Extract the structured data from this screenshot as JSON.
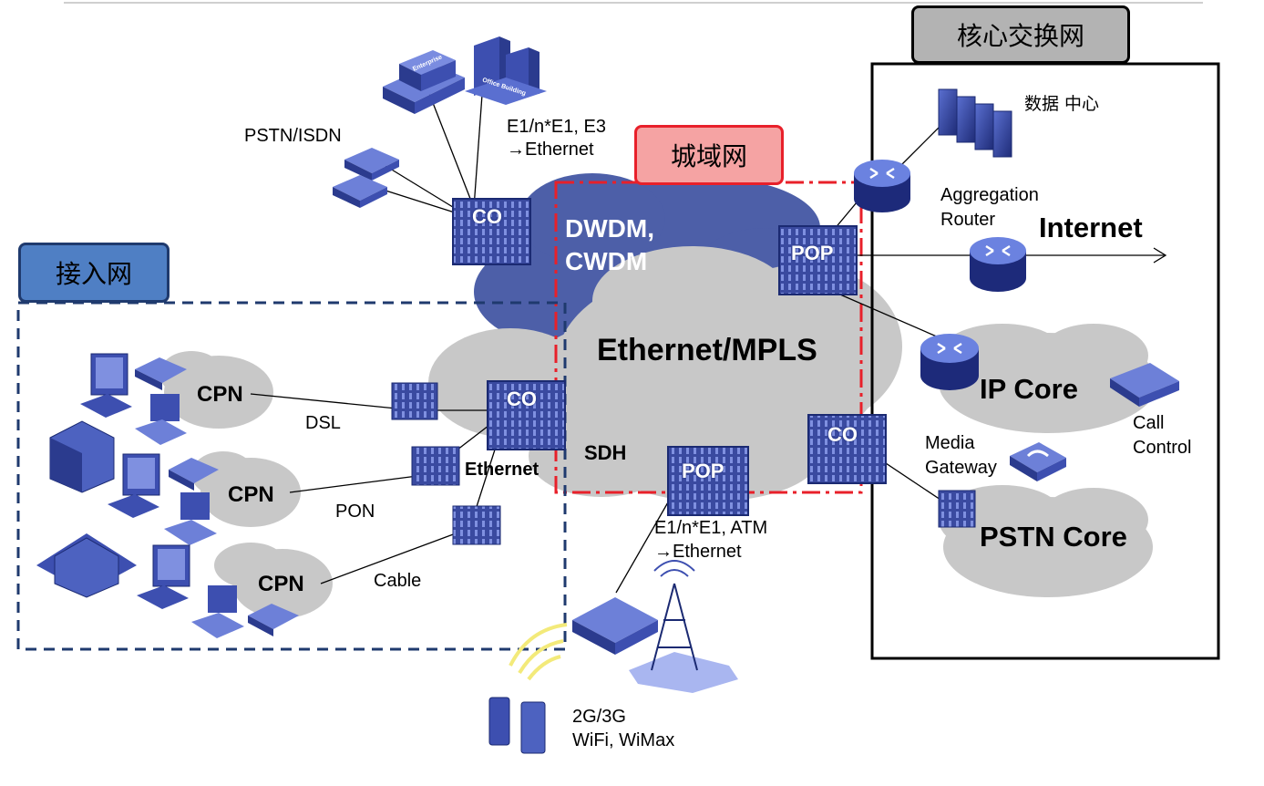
{
  "regions": {
    "core_title": "核心交换网",
    "metro_title": "城域网",
    "access_title": "接入网"
  },
  "clouds": {
    "ethernet_mpls": "Ethernet/MPLS",
    "dwdm": "DWDM,",
    "cwdm": "CWDM",
    "sdh": "SDH",
    "ip_core": "IP Core",
    "pstn_core": "PSTN Core",
    "cpn": [
      "CPN",
      "CPN",
      "CPN"
    ]
  },
  "devices": {
    "co_top": "CO",
    "co_access": "CO",
    "co_right": "CO",
    "pop_top": "POP",
    "pop_bottom": "POP"
  },
  "labels": {
    "pstn_isdn": "PSTN/ISDN",
    "e1_e3": "E1/n*E1, E3",
    "to_ethernet_top": "→Ethernet",
    "data_center": "数据 中心",
    "aggregation": "Aggregation",
    "router": "Router",
    "internet": "Internet",
    "call": "Call",
    "control": "Control",
    "media": "Media",
    "gateway": "Gateway",
    "dsl": "DSL",
    "pon": "PON",
    "cable": "Cable",
    "ethernet": "Ethernet",
    "e1_atm": "E1/n*E1, ATM",
    "to_ethernet_bottom": "→Ethernet",
    "wireless_1": "2G/3G",
    "wireless_2": "WiFi, WiMax",
    "enterprise": "Enterprise",
    "office_building": "Office Building"
  },
  "colors": {
    "device_blue": "#2e3f96",
    "cloud_grey": "#c8c8c8",
    "cloud_blue": "#4d5fa8",
    "metro_border": "#e8202a",
    "access_border": "#1f3a6e"
  }
}
